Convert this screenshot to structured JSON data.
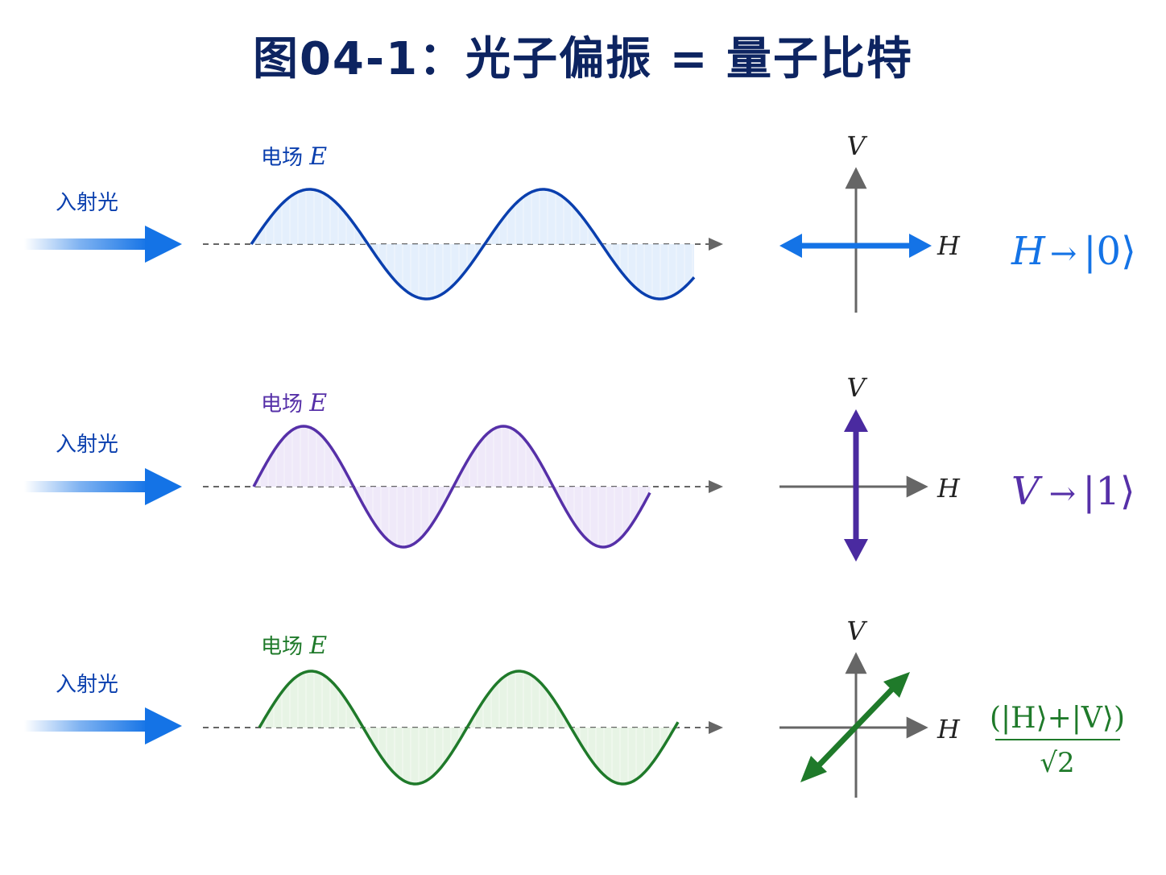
{
  "title": "图04-1：光子偏振 = 量子比特",
  "rows": [
    {
      "incident_label": "入射光",
      "field_label_text": "电场",
      "field_label_symbol": "E",
      "color": "#0a3fae",
      "fill": "#dbe9fb",
      "axis_v": "V",
      "axis_h": "H",
      "polarization": "horizontal",
      "arrow_color": "#1473e6",
      "state": {
        "lhs": "H",
        "arrow": "→",
        "ket": "|0⟩"
      }
    },
    {
      "incident_label": "入射光",
      "field_label_text": "电场",
      "field_label_symbol": "E",
      "color": "#5630a8",
      "fill": "#e9e1f7",
      "axis_v": "V",
      "axis_h": "H",
      "polarization": "vertical",
      "arrow_color": "#4a2aa0",
      "state": {
        "lhs": "V",
        "arrow": "→",
        "ket": "|1⟩"
      }
    },
    {
      "incident_label": "入射光",
      "field_label_text": "电场",
      "field_label_symbol": "E",
      "color": "#1f7a2a",
      "fill": "#dff0dc",
      "axis_v": "V",
      "axis_h": "H",
      "polarization": "diagonal",
      "arrow_color": "#1f7a2a",
      "state": {
        "numerator": "(|H⟩+|V⟩)",
        "denominator": "√2"
      }
    }
  ],
  "colors": {
    "title": "#0d2461",
    "incident_arrow": "#1473e6",
    "axis": "#666666"
  }
}
